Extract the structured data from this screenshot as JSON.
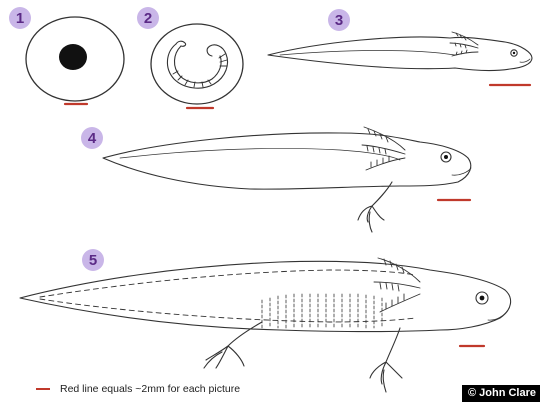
{
  "stages": [
    {
      "number": "1"
    },
    {
      "number": "2"
    },
    {
      "number": "3"
    },
    {
      "number": "4"
    },
    {
      "number": "5"
    }
  ],
  "colors": {
    "scale_bar": "#c0392b",
    "badge_fill": "#c9b6e8",
    "badge_text": "#5b2a86",
    "outline": "#333333"
  },
  "legend": {
    "text": "Red line equals ~2mm for each picture"
  },
  "credit": {
    "text": "© John Clare"
  }
}
